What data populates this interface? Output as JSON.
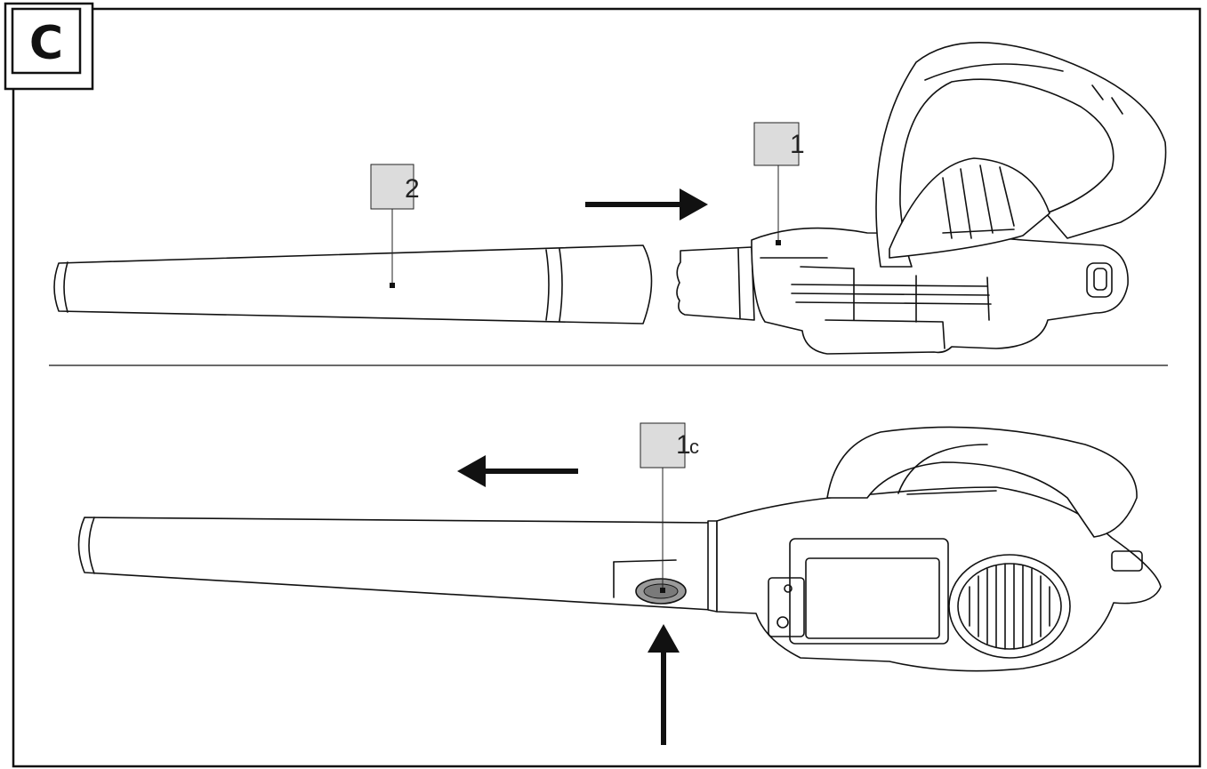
{
  "figure": {
    "panel_letter": "C",
    "callouts": {
      "nozzle": "2",
      "blower": "1",
      "release_button": "1",
      "release_button_suffix": "c"
    },
    "icons": {
      "arrow_right": "arrow-right-icon",
      "arrow_left": "arrow-left-icon",
      "arrow_up": "arrow-up-icon"
    },
    "colors": {
      "line": "#111111",
      "callout_fill": "#dcdcdc",
      "button_fill": "#9a9a9a"
    }
  }
}
